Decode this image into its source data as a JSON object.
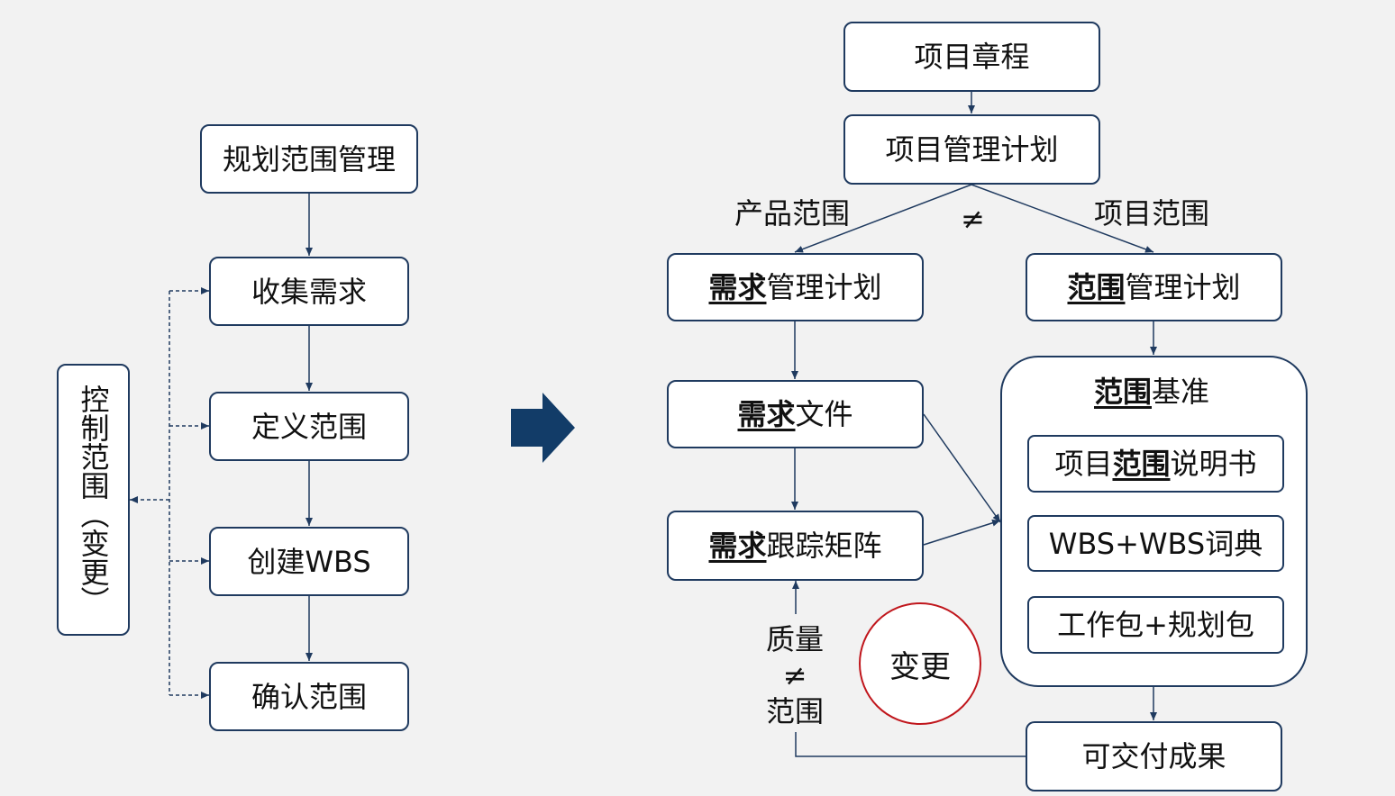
{
  "left": {
    "plan": "规划范围管理",
    "collect": "收集需求",
    "define": "定义范围",
    "wbs": "创建WBS",
    "validate": "确认范围",
    "control": "控制范围（变更）"
  },
  "right": {
    "charter": "项目章程",
    "pm_plan": "项目管理计划",
    "product_scope": "产品范围",
    "not_equal": "≠",
    "project_scope": "项目范围",
    "req_kw": "需求",
    "req_plan_rest": "管理计划",
    "scope_kw": "范围",
    "scope_plan_rest": "管理计划",
    "req_doc_rest": "文件",
    "req_trace_rest": "跟踪矩阵",
    "baseline_rest": "基准",
    "statement_pre": "项目",
    "statement_post": "说明书",
    "wbs_dict": "WBS+WBS词典",
    "work_pkg": "工作包+规划包",
    "deliverables": "可交付成果",
    "quality": "质量",
    "scope_word": "范围",
    "change": "变更"
  },
  "colors": {
    "line": "#1f3a5f",
    "arrow_fill": "#123c68",
    "circle": "#c0161c",
    "background": "#f2f2f2"
  }
}
